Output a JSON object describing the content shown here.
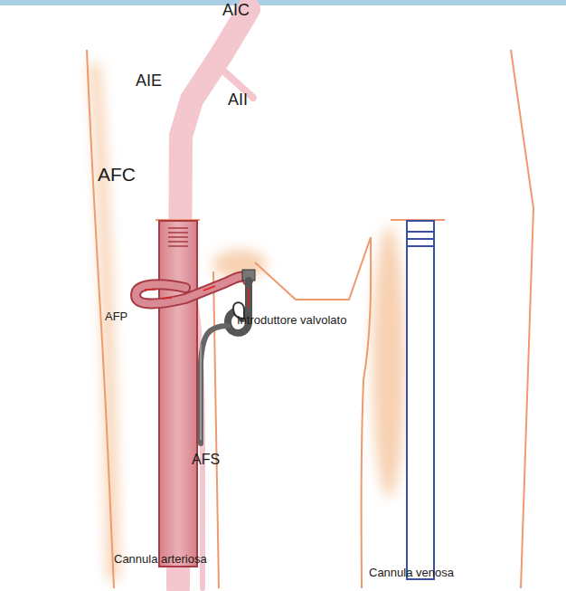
{
  "diagram": {
    "labels": [
      "AIC",
      "AIE",
      "AII",
      "AFC",
      "AFP",
      "Introduttore valvolato",
      "AFS",
      "Cannula arteriosa",
      "Cannula venosa"
    ]
  }
}
